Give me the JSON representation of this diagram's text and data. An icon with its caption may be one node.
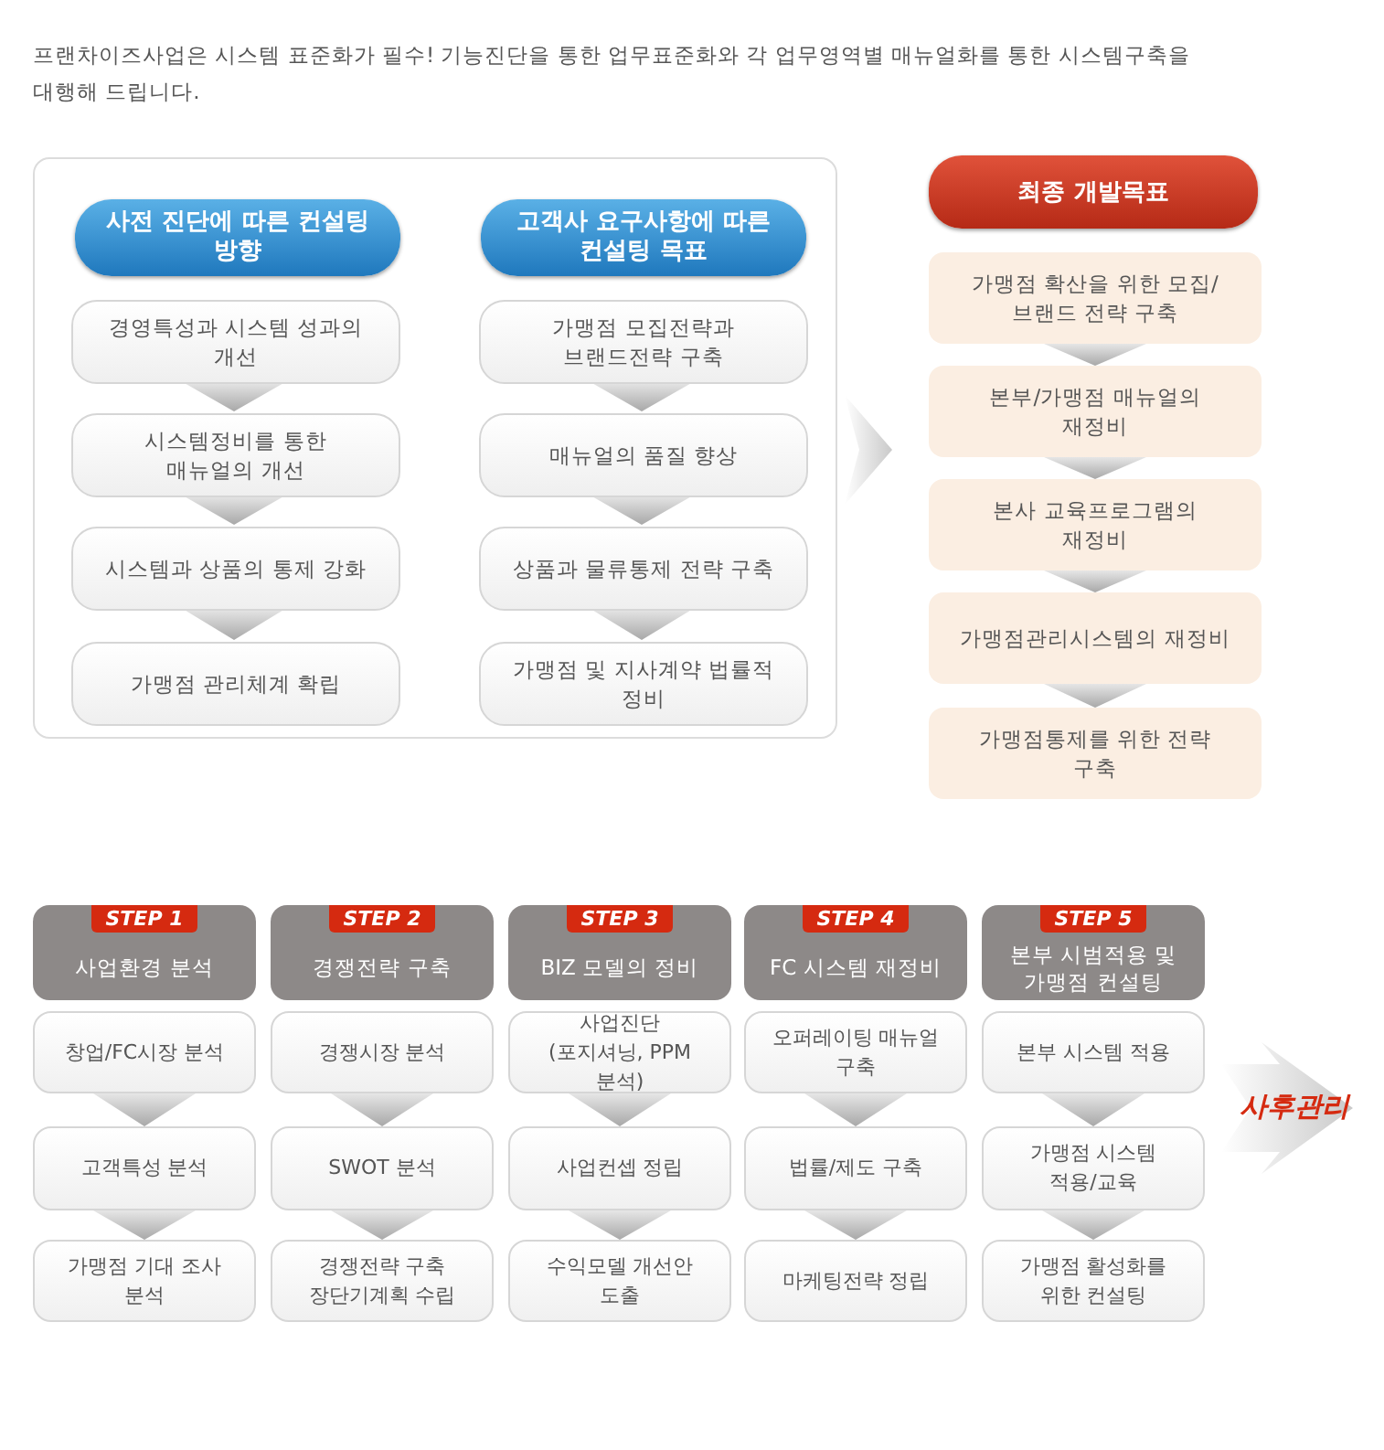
{
  "diagram": {
    "nodes": [
      {
        "text": [],
        "shape": "box"
      },
      {
        "text": [
          "사전 진단에 따른 컨설팅 방향"
        ],
        "in": 0
      },
      {
        "text": [
          "경영특성과 시스템 성과의 개선"
        ],
        "in": 0
      },
      {
        "text": [
          "시스템정비를 통한 매뉴얼의 개선"
        ],
        "in": 0
      },
      {
        "text": [
          "시스템과 상품의 통제 강화"
        ],
        "in": 0
      },
      {
        "text": [
          "가맹점 관리체계 확립"
        ],
        "in": 0
      },
      {
        "text": [
          "고객사 요구사항에 따른 컨설팅 목표"
        ],
        "in": 0
      },
      {
        "text": [
          "가맹점 모집전략과 브랜드전략 구축"
        ],
        "in": 0
      },
      {
        "text": [
          "매뉴얼의 품질 향상"
        ],
        "in": 0
      },
      {
        "text": [
          "상품과 물류통제 전략 구축"
        ],
        "in": 0
      },
      {
        "text": [
          "가맹점 및 지사계약 법률적 정비"
        ],
        "in": 0
      },
      {
        "text": [
          "최종 개발목표"
        ]
      },
      {
        "text": [
          "가맹점 확산을 위한 모집/ 브랜드 전략 구축"
        ]
      },
      {
        "text": [
          "본부/가맹점 매뉴얼의 재정비"
        ]
      },
      {
        "text": [
          "본사 교육프로그램의 재정비"
        ]
      },
      {
        "text": [
          "가맹점관리시스템의 재정비"
        ]
      },
      {
        "text": [
          "가맹점통제를 위한 전략 구축"
        ]
      },
      {
        "text": [
          "STEP 1",
          "사업환경 분석"
        ]
      },
      {
        "text": [
          "창업/FC시장 분석"
        ]
      },
      {
        "text": [
          "고객특성 분석"
        ]
      },
      {
        "text": [
          "가맹점 기대 조사 분석"
        ]
      },
      {
        "text": [
          "STEP 2",
          "경쟁전략 구축"
        ]
      },
      {
        "text": [
          "경쟁시장 분석"
        ]
      },
      {
        "text": [
          "SWOT 분석"
        ]
      },
      {
        "text": [
          "경쟁전략 구축 장단기계획 수립"
        ]
      },
      {
        "text": [
          "STEP 3",
          "BIZ 모델의 정비"
        ]
      },
      {
        "text": [
          "사업진단 (포지셔닝, PPM 분석)"
        ]
      },
      {
        "text": [
          "사업컨셉 정립"
        ]
      },
      {
        "text": [
          "수익모델 개선안 도출"
        ]
      },
      {
        "text": [
          "STEP 4",
          "FC 시스템 재정비"
        ]
      },
      {
        "text": [
          "오퍼레이팅 매뉴얼 구축"
        ]
      },
      {
        "text": [
          "법률/제도 구축"
        ]
      },
      {
        "text": [
          "마케팅전략 정립"
        ]
      },
      {
        "text": [
          "STEP 5",
          "본부 시범적용 및 가맹점 컨설팅"
        ]
      },
      {
        "text": [
          "본부 시스템 적용"
        ]
      },
      {
        "text": [
          "가맹점 시스템 적용/교육"
        ]
      },
      {
        "text": [
          "가맹점 활성화를 위한 컨설팅"
        ]
      },
      {
        "text": [
          "사후관리"
        ]
      }
    ],
    "edges": [
      {
        "from": 2,
        "to": 3,
        "arrow": "to"
      },
      {
        "from": 3,
        "to": 4,
        "arrow": "to"
      },
      {
        "from": 4,
        "to": 5,
        "arrow": "to"
      },
      {
        "from": 7,
        "to": 8,
        "arrow": "to"
      },
      {
        "from": 8,
        "to": 9,
        "arrow": "to"
      },
      {
        "from": 9,
        "to": 10,
        "arrow": "to"
      },
      {
        "from": 0,
        "to": null,
        "arrow": "to"
      },
      {
        "from": 12,
        "to": 13,
        "arrow": "to"
      },
      {
        "from": 13,
        "to": 14,
        "arrow": "to"
      },
      {
        "from": 14,
        "to": 15,
        "arrow": "to"
      },
      {
        "from": 15,
        "to": 16,
        "arrow": "to"
      },
      {
        "from": 18,
        "to": 19,
        "arrow": "to"
      },
      {
        "from": 19,
        "to": 20,
        "arrow": "to"
      },
      {
        "from": 22,
        "to": 23,
        "arrow": "to"
      },
      {
        "from": 23,
        "to": 24,
        "arrow": "to"
      },
      {
        "from": 26,
        "to": 27,
        "arrow": "to"
      },
      {
        "from": 27,
        "to": 28,
        "arrow": "to"
      },
      {
        "from": 30,
        "to": 31,
        "arrow": "to"
      },
      {
        "from": 31,
        "to": 32,
        "arrow": "to"
      },
      {
        "from": 34,
        "to": 35,
        "arrow": "to"
      },
      {
        "from": 35,
        "to": 36,
        "arrow": "to"
      }
    ],
    "labels": [
      "프랜차이즈사업은 시스템 표준화가 필수! 기능진단을 통한 업무표준화와 각 업무영역별 매뉴얼화를 통한 시스템구축을 대행해 드립니다."
    ]
  }
}
